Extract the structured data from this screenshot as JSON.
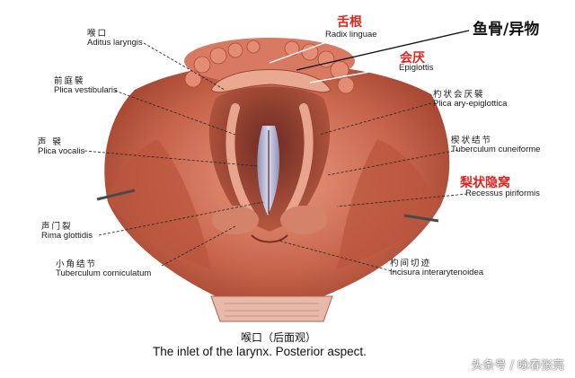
{
  "labels": {
    "aditus": {
      "cn": "喉口",
      "la": "Aditus laryngis"
    },
    "radix": {
      "la": "Radix linguae"
    },
    "epiglottis": {
      "la": "Epiglottis"
    },
    "plica_vest": {
      "cn": "前庭襞",
      "la": "Plica vestibularis"
    },
    "plica_ary": {
      "cn": "杓状会厌襞",
      "la": "Plica ary-epiglottica"
    },
    "plica_vocalis": {
      "cn": "声 襞",
      "la": "Plica vocalis"
    },
    "tub_cuneiforme": {
      "cn": "楔状结节",
      "la": "Tuberculum cuneiforme"
    },
    "recessus": {
      "la": "Recessus piriformis"
    },
    "rima": {
      "cn": "声门裂",
      "la": "Rima glottidis"
    },
    "tub_cornic": {
      "cn": "小角结节",
      "la": "Tuberculum corniculatum"
    },
    "incisura": {
      "cn": "杓间切迹",
      "la": "Incisura interarytenoidea"
    }
  },
  "highlights": {
    "radix_cn": "舌根",
    "epiglottis_cn": "会厌",
    "recessus_cn": "梨状隐窝",
    "foreign_body": "鱼骨/异物"
  },
  "caption": {
    "cn": "喉口（后面观）",
    "en": "The inlet of the larynx. Posterior aspect."
  },
  "watermark": "头条号 / 咏春张亮",
  "colors": {
    "highlight_red": "#e4231f",
    "tissue": "#c8654c"
  }
}
